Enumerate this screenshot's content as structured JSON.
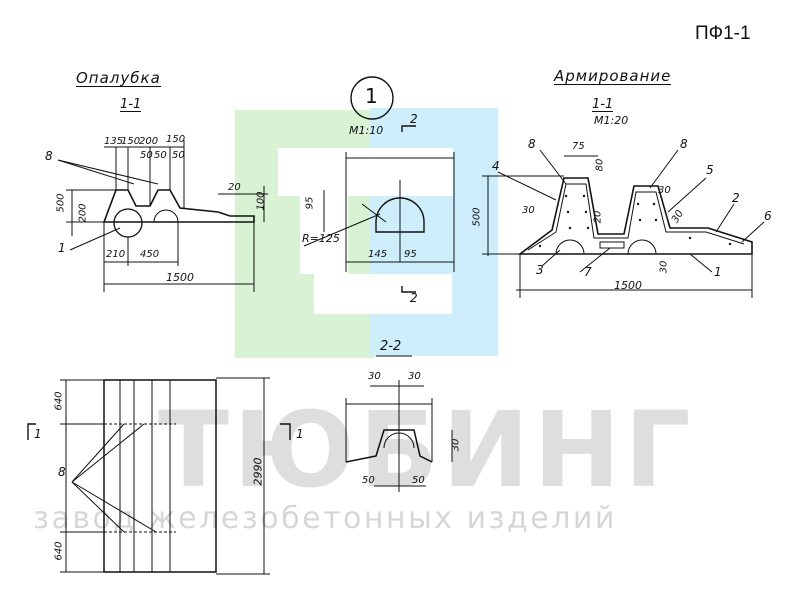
{
  "sheet": {
    "code": "ПФ1-1"
  },
  "views": {
    "formwork": {
      "title": "Опалубка",
      "section": "1-1"
    },
    "detail": {
      "number": "1",
      "scale": "М1:10"
    },
    "reinforcement": {
      "title": "Армирование",
      "section": "1-1",
      "scale": "М1:20"
    },
    "section22": {
      "title": "2-2"
    }
  },
  "dimensions": {
    "formwork": [
      "135",
      "150",
      "200",
      "150",
      "50",
      "50",
      "50",
      "500",
      "200",
      "20",
      "100",
      "210",
      "450",
      "1500"
    ],
    "detail": [
      "95",
      "145",
      "95",
      "R=125"
    ],
    "reinforcement": [
      "75",
      "80",
      "20",
      "30",
      "30",
      "30",
      "30",
      "500",
      "1500"
    ],
    "section22": [
      "30",
      "30",
      "30",
      "50",
      "50"
    ],
    "plan": [
      "640",
      "2990",
      "640"
    ]
  },
  "markers": {
    "formwork": [
      "8",
      "1"
    ],
    "detail": [
      "2",
      "2"
    ],
    "reinforcement": [
      "8",
      "8",
      "4",
      "5",
      "2",
      "6",
      "3",
      "7",
      "1"
    ],
    "plan": [
      "1",
      "1",
      "8"
    ]
  },
  "watermark": {
    "brand": "ТЮБИНГ",
    "tagline": "завод железобетонных изделий",
    "colors": {
      "green": "#d9f2d3",
      "blue": "#cdeefa",
      "gray": "#8c8c8c"
    }
  }
}
